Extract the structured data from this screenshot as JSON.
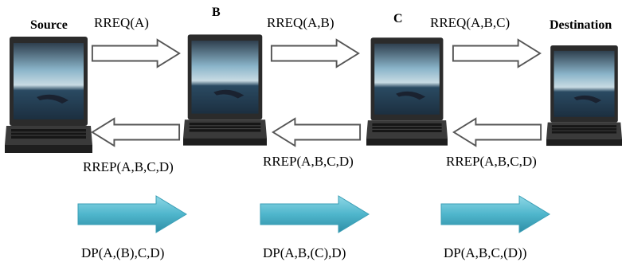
{
  "nodes": [
    {
      "id": "source",
      "label": "Source"
    },
    {
      "id": "b",
      "label": "B"
    },
    {
      "id": "c",
      "label": "C"
    },
    {
      "id": "destination",
      "label": "Destination"
    }
  ],
  "rreq": [
    "RREQ(A)",
    "RREQ(A,B)",
    "RREQ(A,B,C)"
  ],
  "rrep": [
    "RREP(A,B,C,D)",
    "RREP(A,B,C,D)",
    "RREP(A,B,C,D)"
  ],
  "dp": [
    "DP(A,(B),C,D)",
    "DP(A,B,(C),D)",
    "DP(A,B,C,(D))"
  ],
  "colors": {
    "data_arrow": "#4fb6cc",
    "outline_arrow": "#555555",
    "laptop_body": "#2b2b2b",
    "screen_sky": "#8ab4c9"
  },
  "icons": [
    "laptop-icon",
    "right-outline-arrow",
    "left-outline-arrow",
    "right-filled-arrow"
  ]
}
